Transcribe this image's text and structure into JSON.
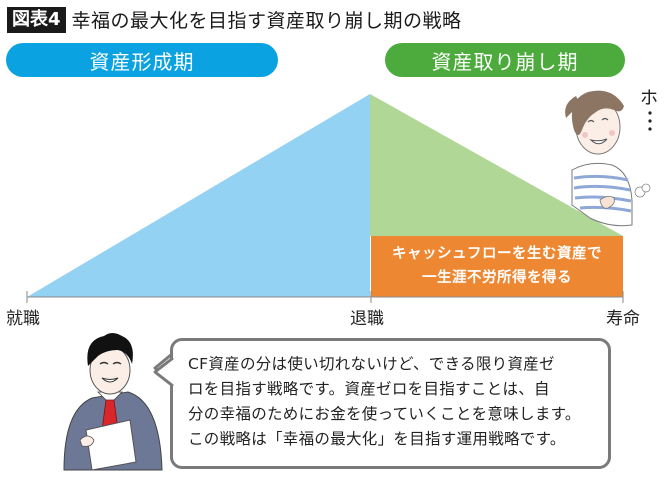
{
  "header": {
    "figure_label": "図表4",
    "title": "幸福の最大化を目指す資産取り崩し期の戦略"
  },
  "phases": [
    {
      "label": "資産形成期",
      "color": "#0AA2E0"
    },
    {
      "label": "資産取り崩し期",
      "color": "#4CAB3C"
    }
  ],
  "diagram": {
    "accumulation_fill": "#93D2F2",
    "drawdown_fill": "#B1D797",
    "cashflow_box": {
      "fill": "#EE8732",
      "lines": [
        "キャッシュフローを生む資産で",
        "一生涯不労所得を得る"
      ]
    },
    "axis_labels": [
      "就職",
      "退職",
      "寿命"
    ]
  },
  "characters": {
    "woman_sound": "ホ…",
    "speech_bubble": {
      "lines": [
        "CF資産の分は使い切れないけど、できる限り資産ゼ",
        "ロを目指す戦略です。資産ゼロを目指すことは、自",
        "分の幸福のためにお金を使っていくことを意味します。",
        "この戦略は「幸福の最大化」を目指す運用戦略です。"
      ]
    }
  }
}
